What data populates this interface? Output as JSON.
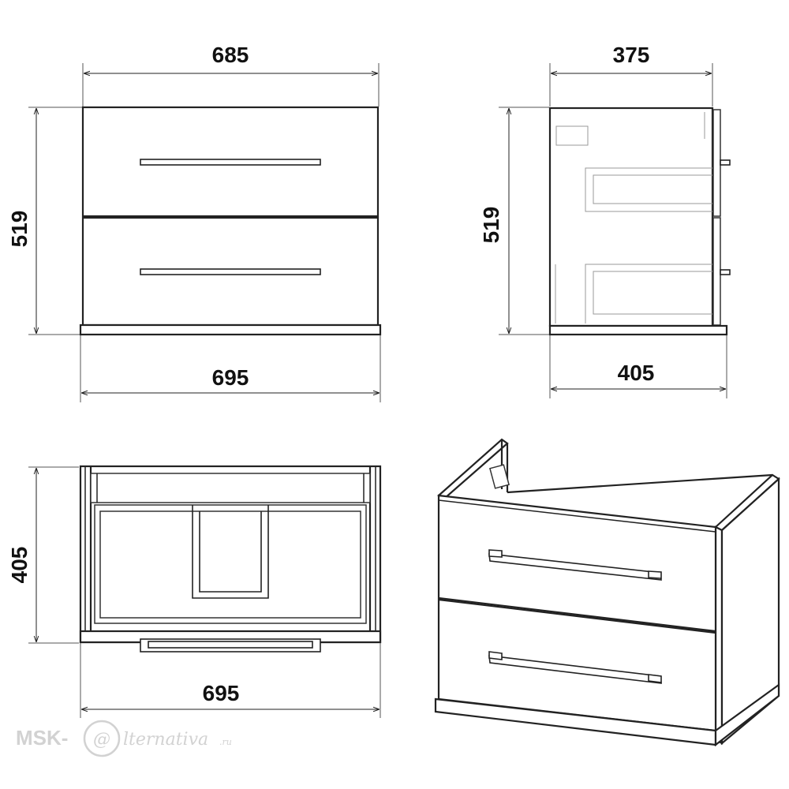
{
  "dimensions": {
    "front_top_width": "685",
    "front_bottom_width": "695",
    "front_height": "519",
    "side_top_depth": "375",
    "side_bottom_depth": "405",
    "side_height": "519",
    "top_view_depth": "405",
    "top_view_width": "695"
  },
  "watermark": {
    "prefix": "MSK-",
    "at": "@",
    "suffix": "lternativa",
    "domain": ".ru"
  },
  "colors": {
    "line": "#222222",
    "watermark": "#d2d2d2"
  }
}
